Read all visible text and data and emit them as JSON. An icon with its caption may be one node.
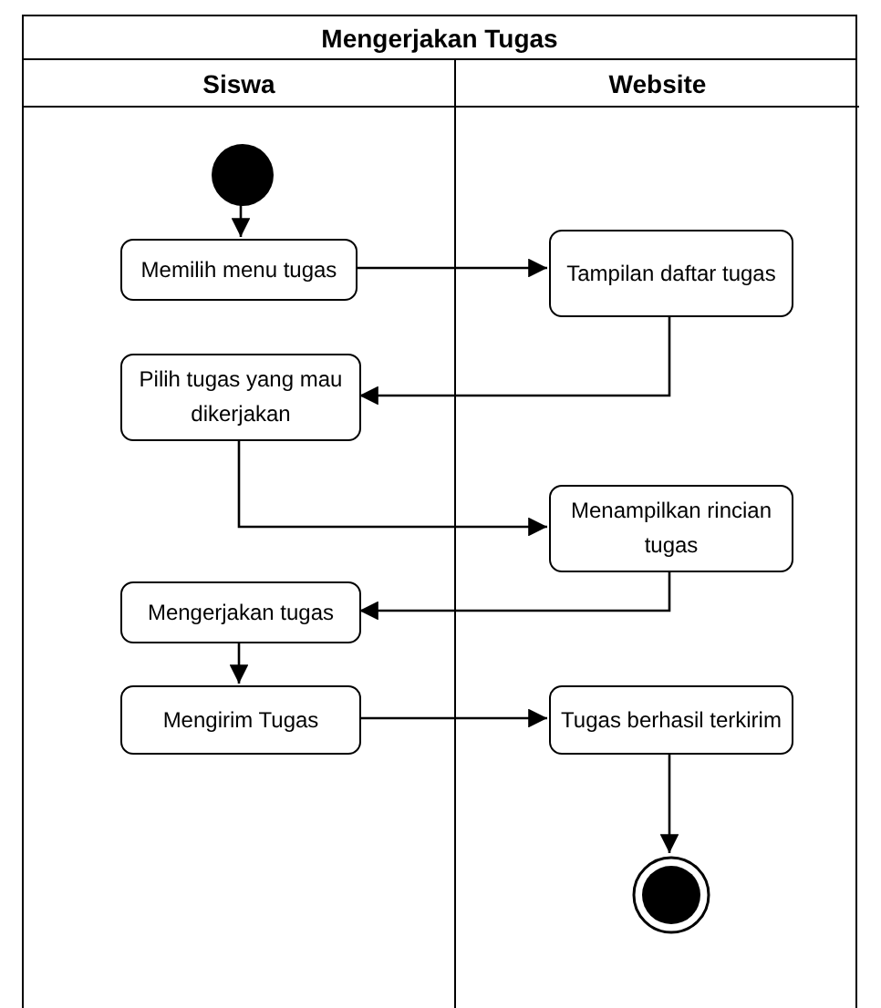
{
  "diagram": {
    "nodes": [
      {
        "text": [
          "Mengerjakan Tugas"
        ]
      },
      {
        "text": [
          "Siswa"
        ],
        "in": 0
      },
      {
        "text": [
          "Website"
        ],
        "in": 0
      },
      {
        "text": [],
        "shape": "circle",
        "in": 1
      },
      {
        "text": [
          "Memilih menu tugas"
        ],
        "in": 1
      },
      {
        "text": [
          "Tampilan daftar tugas"
        ],
        "in": 2
      },
      {
        "text": [
          "Pilih tugas yang mau dikerjakan"
        ],
        "in": 1
      },
      {
        "text": [
          "Menampilkan rincian tugas"
        ],
        "in": 2
      },
      {
        "text": [
          "Mengerjakan tugas"
        ],
        "in": 1
      },
      {
        "text": [
          "Mengirim Tugas"
        ],
        "in": 1
      },
      {
        "text": [
          "Tugas berhasil terkirim"
        ],
        "in": 2
      },
      {
        "text": [],
        "shape": "circle",
        "in": 2
      }
    ],
    "edges": [
      {
        "from": 3,
        "to": 4,
        "arrow": "to"
      },
      {
        "from": 4,
        "to": 5,
        "arrow": "to"
      },
      {
        "from": 5,
        "to": 6,
        "arrow": "to"
      },
      {
        "from": 6,
        "to": 7,
        "arrow": "to"
      },
      {
        "from": 7,
        "to": 8,
        "arrow": "to"
      },
      {
        "from": 8,
        "to": 9,
        "arrow": "to"
      },
      {
        "from": 9,
        "to": 10,
        "arrow": "to"
      },
      {
        "from": 10,
        "to": 11,
        "arrow": "to"
      }
    ]
  }
}
